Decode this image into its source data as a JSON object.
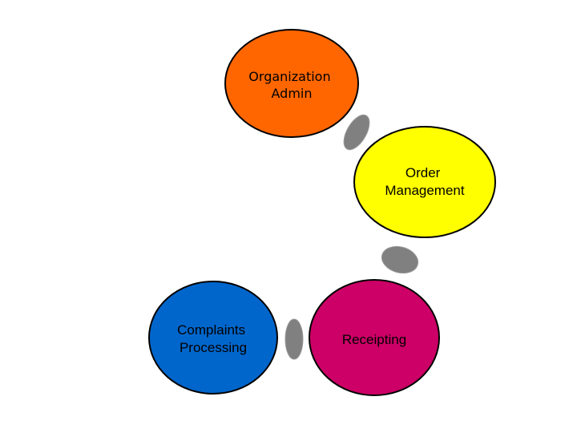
{
  "diagram": {
    "nodes": [
      {
        "id": "org",
        "lines": [
          "Organization",
          "Admin"
        ],
        "fill": "#ff6600"
      },
      {
        "id": "order",
        "lines": [
          "Order",
          "Management"
        ],
        "fill": "#ffff00"
      },
      {
        "id": "receipt",
        "lines": [
          "Receipting"
        ],
        "fill": "#cc0066"
      },
      {
        "id": "complaints",
        "lines": [
          "Complaints",
          "Processing"
        ],
        "fill": "#0066cc"
      }
    ],
    "connectors": [
      {
        "from": "org",
        "to": "order",
        "fill": "#808080"
      },
      {
        "from": "order",
        "to": "receipt",
        "fill": "#808080"
      },
      {
        "from": "receipt",
        "to": "complaints",
        "fill": "#808080"
      }
    ],
    "colors": {
      "stroke": "#000000",
      "connector_stroke": "#999999"
    }
  }
}
